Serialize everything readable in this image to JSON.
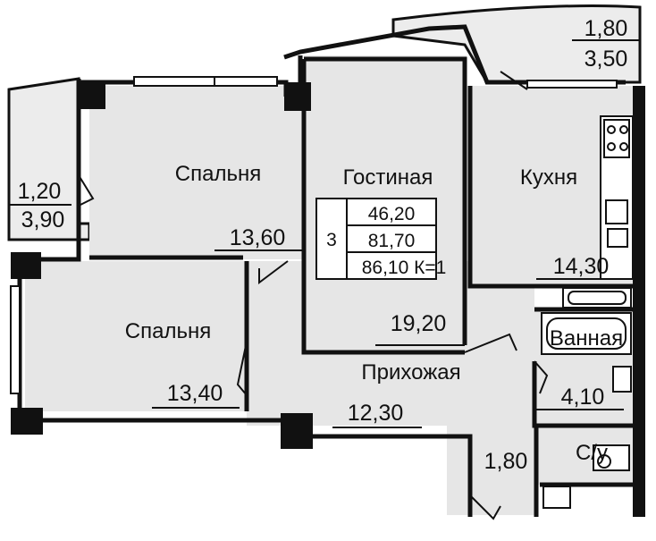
{
  "rooms": {
    "bedroom_top": {
      "name": "Спальня",
      "area": "13,60"
    },
    "bedroom_bottom": {
      "name": "Спальня",
      "area": "13,40"
    },
    "living": {
      "name": "Гостиная",
      "area": "19,20"
    },
    "kitchen": {
      "name": "Кухня",
      "area": "14,30"
    },
    "hall": {
      "name": "Прихожая",
      "area": "12,30"
    },
    "bath": {
      "name": "Ванная",
      "area": "4,10"
    },
    "wc": {
      "name": "С/у",
      "area": "1,80"
    }
  },
  "balconies": {
    "left": {
      "area_inner": "1,20",
      "area_outer": "3,90"
    },
    "top_right": {
      "area_inner": "1,80",
      "area_outer": "3,50"
    }
  },
  "summary": {
    "rooms_count": "3",
    "living_area": "46,20",
    "total_area": "81,70",
    "total_with_k": "86,10 К=1"
  },
  "colors": {
    "wall": "#111111",
    "room_fill": "#e6e6e6",
    "balcony_fill": "#ececec"
  }
}
